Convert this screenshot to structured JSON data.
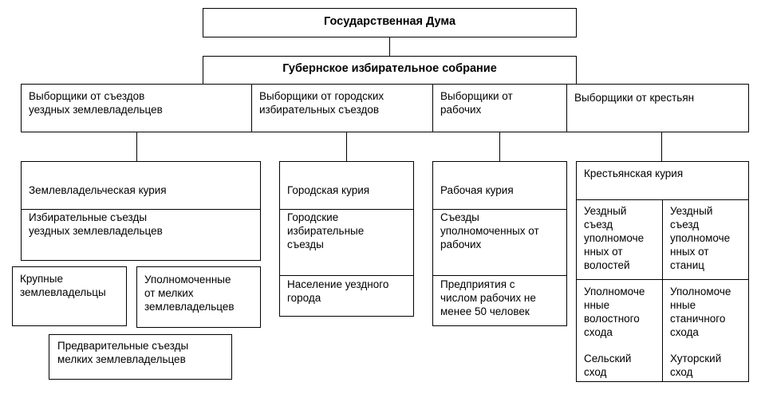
{
  "top": {
    "duma": "Государственная Дума",
    "gubernskoe": "Губернское избирательное собрание"
  },
  "electors": [
    "Выборщики от съездов\nуездных землевладельцев",
    "Выборщики от городских\nизбирательных съездов",
    "Выборщики от\nрабочих",
    "Выборщики от крестьян"
  ],
  "landowner": {
    "curia": "Землевладельческая курия",
    "congresses": "Избирательные съезды\nуездных землевладельцев",
    "large": "Крупные\nземлевладельцы",
    "small_delegates": "Уполномоченные\nот мелких\nземлевладельцев",
    "preliminary": "Предварительные съезды\nмелких землевладельцев"
  },
  "city": {
    "curia": "Городская курия",
    "congresses": "Городские\nизбирательные\nсъезды",
    "population": "Население уездного\nгорода"
  },
  "worker": {
    "curia": "Рабочая курия",
    "congresses": "Съезды\nуполномоченных от\nрабочих",
    "enterprises": "Предприятия с\nчислом рабочих не\nменее 50 человек"
  },
  "peasant": {
    "curia": "Крестьянская курия",
    "volost_congress": "Уездный\nсъезд\nуполномоче\nнных от\nволостей",
    "stanitsa_congress": "Уездный\nсъезд\nуполномоче\nнных от\nстаниц",
    "volost_delegates": "Уполномоче\nнные\nволостного\nсхода",
    "stanitsa_delegates": "Уполномоче\nнные\nстаничного\nсхода",
    "village": "Сельский\nсход",
    "farmstead": "Хуторский\nсход"
  }
}
